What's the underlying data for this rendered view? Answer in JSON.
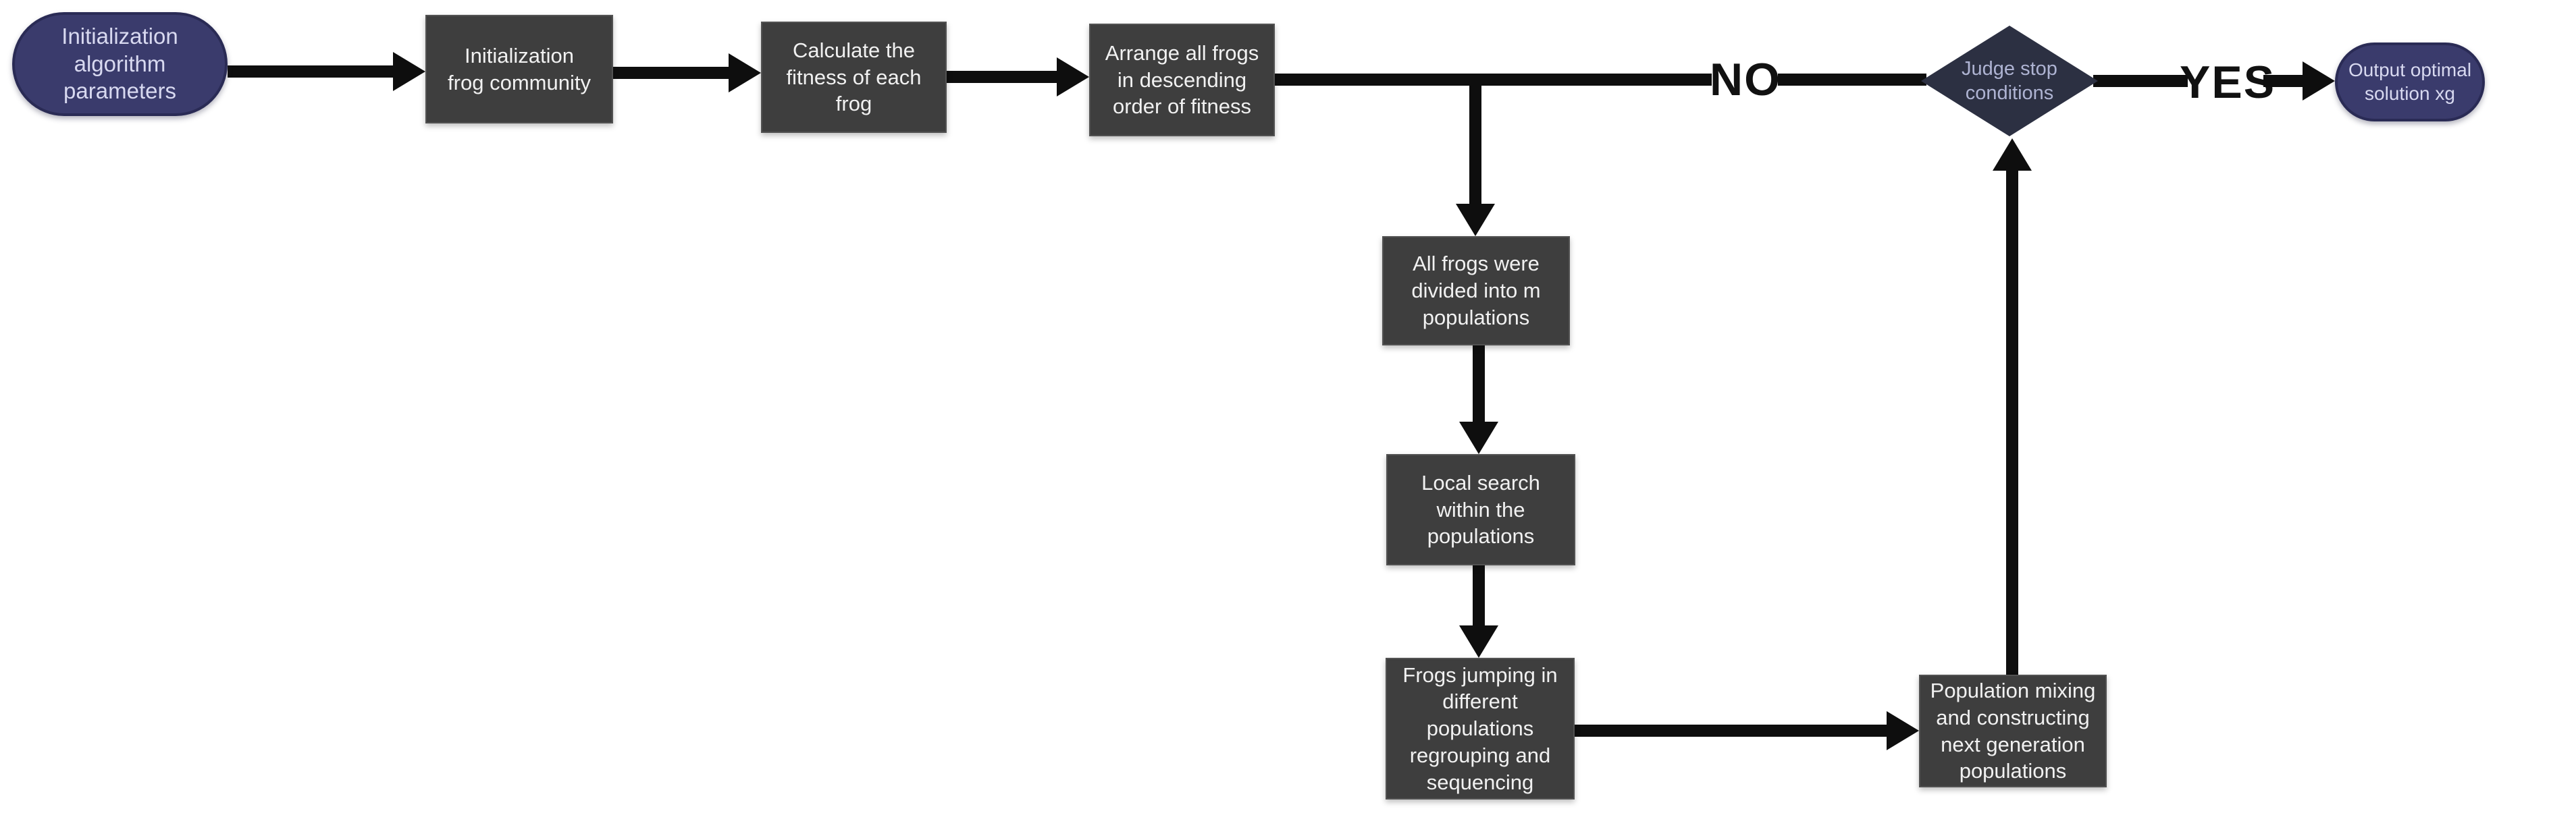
{
  "diagram": {
    "type": "flowchart",
    "background": "#ffffff",
    "colors": {
      "terminator_fill": "#3a3b6c",
      "terminator_border": "#2a2b55",
      "terminator_text": "#d8d9f0",
      "process_fill": "#3e3e3e",
      "process_border": "#525252",
      "process_text": "#f1f1f1",
      "decision_fill": "#2c3042",
      "decision_text": "#aeb3d2",
      "connector": "#0e0e0e",
      "edge_label_text": "#111111"
    },
    "nodes": [
      {
        "id": "start",
        "type": "terminator",
        "label": "Initialization\nalgorithm\nparameters"
      },
      {
        "id": "init-frog-community",
        "type": "process",
        "label": "Initialization\nfrog community"
      },
      {
        "id": "calc-fitness",
        "type": "process",
        "label": "Calculate the\nfitness of each\nfrog"
      },
      {
        "id": "arrange-frogs",
        "type": "process",
        "label": "Arrange all frogs\nin descending\norder of fitness"
      },
      {
        "id": "divide-populations",
        "type": "process",
        "label": "All frogs were\ndivided into m\npopulations"
      },
      {
        "id": "local-search",
        "type": "process",
        "label": "Local search\nwithin the\npopulations"
      },
      {
        "id": "frogs-jumping",
        "type": "process",
        "label": "Frogs jumping in\ndifferent\npopulations\nregrouping and\nsequencing"
      },
      {
        "id": "population-mixing",
        "type": "process",
        "label": "Population mixing\nand constructing\nnext generation\npopulations"
      },
      {
        "id": "judge-stop",
        "type": "decision",
        "label": "Judge stop\nconditions"
      },
      {
        "id": "output",
        "type": "terminator",
        "label": "Output optimal\nsolution xg"
      }
    ],
    "edge_labels": {
      "no": "NO",
      "yes": "YES"
    },
    "edges": [
      {
        "from": "start",
        "to": "init-frog-community"
      },
      {
        "from": "init-frog-community",
        "to": "calc-fitness"
      },
      {
        "from": "calc-fitness",
        "to": "arrange-frogs"
      },
      {
        "from": "arrange-frogs",
        "to": "divide-populations"
      },
      {
        "from": "judge-stop",
        "to": "divide-populations",
        "label": "NO"
      },
      {
        "from": "divide-populations",
        "to": "local-search"
      },
      {
        "from": "local-search",
        "to": "frogs-jumping"
      },
      {
        "from": "frogs-jumping",
        "to": "population-mixing"
      },
      {
        "from": "population-mixing",
        "to": "judge-stop"
      },
      {
        "from": "judge-stop",
        "to": "output",
        "label": "YES"
      }
    ]
  }
}
